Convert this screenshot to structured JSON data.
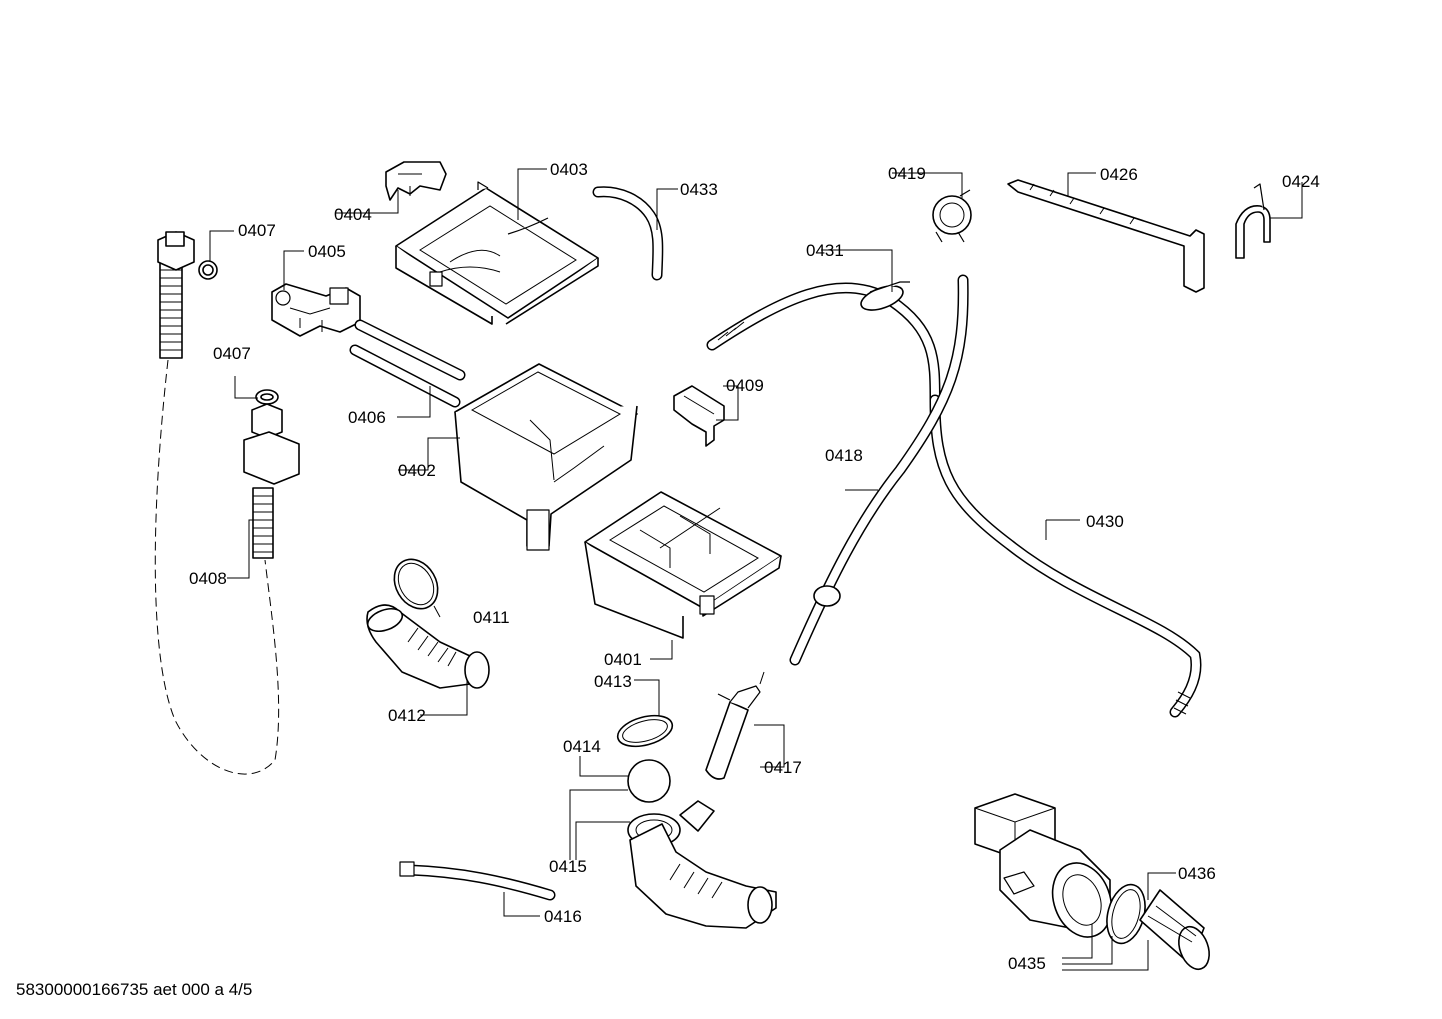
{
  "labels": {
    "p0401": "0401",
    "p0402": "0402",
    "p0403": "0403",
    "p0404": "0404",
    "p0405": "0405",
    "p0406": "0406",
    "p0407a": "0407",
    "p0407b": "0407",
    "p0408": "0408",
    "p0409": "0409",
    "p0411": "0411",
    "p0412": "0412",
    "p0413": "0413",
    "p0414": "0414",
    "p0415": "0415",
    "p0416": "0416",
    "p0417": "0417",
    "p0418": "0418",
    "p0419": "0419",
    "p0424": "0424",
    "p0426": "0426",
    "p0430": "0430",
    "p0431": "0431",
    "p0433": "0433",
    "p0435": "0435",
    "p0436": "0436"
  },
  "footer": "58300000166735 aet 000 a 4/5"
}
